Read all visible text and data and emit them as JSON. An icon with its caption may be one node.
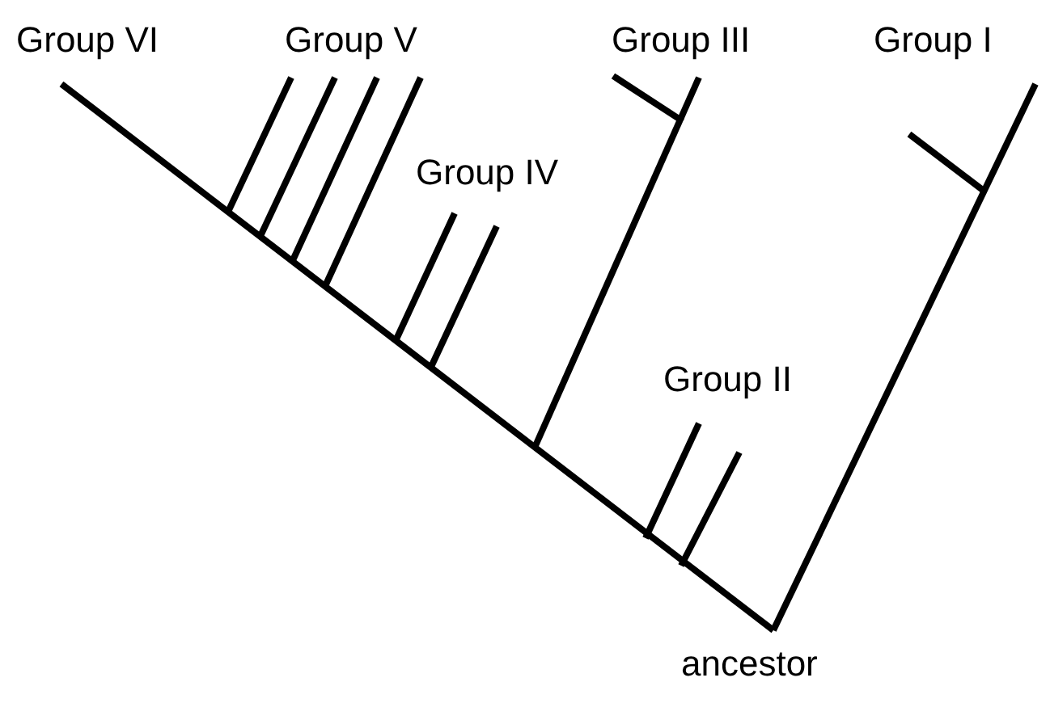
{
  "diagram": {
    "labels": [
      "Group VI",
      "Group V",
      "Group III",
      "Group I",
      "Group IV",
      "Group II",
      "ancestor"
    ]
  }
}
